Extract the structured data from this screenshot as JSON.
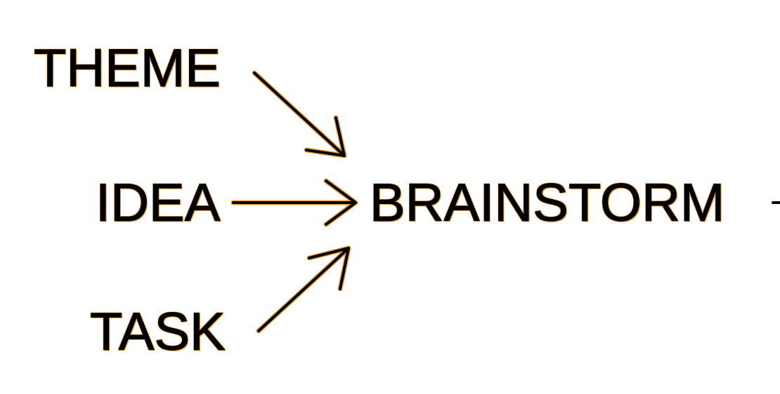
{
  "diagram": {
    "sources": {
      "theme": "THEME",
      "idea": "IDEA",
      "task": "TASK"
    },
    "target": "BRAINSTORM",
    "colors": {
      "text": "#000000",
      "outline": "#e8a23a",
      "background": "#ffffff"
    }
  }
}
